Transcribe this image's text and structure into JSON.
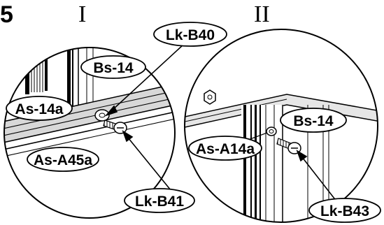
{
  "step": "5",
  "views": [
    {
      "numeral": "I"
    },
    {
      "numeral": "II"
    }
  ],
  "labels": {
    "lk_b40": "Lk-B40",
    "bs_14_left": "Bs-14",
    "as_14a": "As-14a",
    "as_a45a": "As-A45a",
    "lk_b41": "Lk-B41",
    "bs_14_right": "Bs-14",
    "as_a14a": "As-A14a",
    "lk_b43": "Lk-B43"
  }
}
